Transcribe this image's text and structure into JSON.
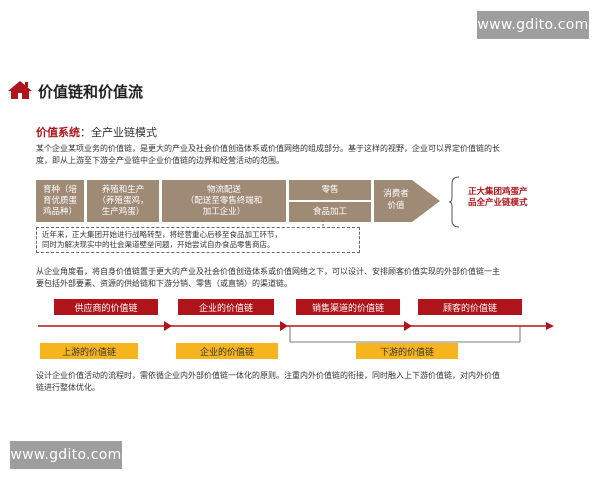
{
  "watermark_top": "www.gdito.com",
  "watermark_bottom": "www.gdito.com",
  "header": {
    "title": "价值链和价值流"
  },
  "subtitle": {
    "label": "价值系统",
    "text": "：全产业链模式"
  },
  "intro": {
    "line1": "某个企业某项业务的价值链，是更大的产业及社会价值创造体系或价值网络的组成部分。基于这样的视野，企业可以界定价值链的长",
    "line2": "度，即从上游至下游全产业链中企业价值链的边界和经营活动的范围。"
  },
  "chain": {
    "segments": [
      {
        "line1": "育种（培",
        "line2": "育优质蛋",
        "line3": "鸡品种）"
      },
      {
        "line1": "养殖和生产",
        "line2": "（养殖蛋鸡，",
        "line3": "生产鸡蛋）"
      },
      {
        "line1": "物流配送",
        "line2": "（配送至零售终端和",
        "line3": "加工企业）"
      },
      {
        "top": "零售",
        "bottom": "食品加工"
      }
    ],
    "arrow": {
      "line1": "消费者",
      "line2": "价值"
    },
    "side_label": {
      "line1": "正大集团鸡蛋产",
      "line2": "品全产业链模式"
    },
    "note": {
      "line1": "近年来，正大集团开始进行战略转型，将经营重心后移至食品加工环节，",
      "line2": "同时为解决现实中的社会渠道壁垒问题，开始尝试自办食品零售商店。"
    }
  },
  "para2": {
    "line1": "从企业角度看，将自身价值链置于更大的产业及社会价值创造体系或价值网络之下，可以设计、安排顾客价值实现的外部价值链一主",
    "line2": "要包括外部要素、资源的供给链和下游分销、零售（或直销）的渠道链。"
  },
  "value_chain": {
    "red_boxes": [
      "供应商的价值链",
      "企业的价值链",
      "销售渠道的价值链",
      "顾客的价值链"
    ],
    "yellow_boxes": [
      "上游的价值链",
      "企业的价值链",
      "下游的价值链"
    ]
  },
  "para3": {
    "line1": "设计企业价值活动的流程时，需依循企业内外部价值链一体化的原则。注重内外价值链的衔接，同时融入上下游价值链，对内外价值",
    "line2": "链进行整体优化。"
  },
  "colors": {
    "accent": "#b0141b",
    "brown": "#9f8a76",
    "yellow": "#f6b51e"
  }
}
